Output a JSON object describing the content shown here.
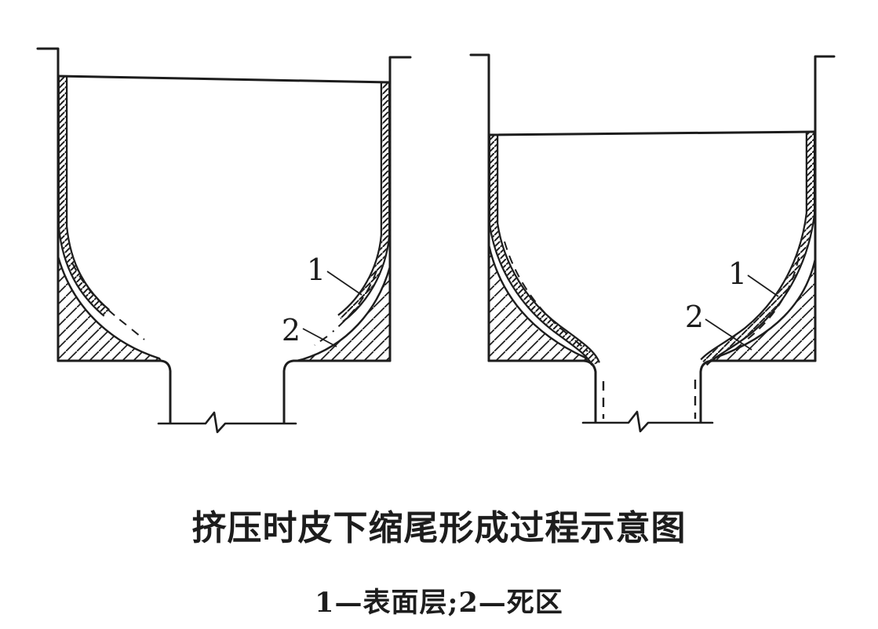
{
  "page": {
    "background": "#ffffff",
    "ink_color": "#1d1d1d"
  },
  "figure": {
    "caption": {
      "title": "挤压时皮下缩尾形成过程示意图",
      "legend": "1—表面层;2—死区"
    },
    "legend_items": [
      {
        "number": "1",
        "term": "表面层"
      },
      {
        "number": "2",
        "term": "死区"
      }
    ],
    "diagrams": [
      {
        "name": "extrusion-stage-1",
        "label_1": "1",
        "label_2": "2"
      },
      {
        "name": "extrusion-stage-2",
        "label_1": "1",
        "label_2": "2"
      }
    ]
  }
}
